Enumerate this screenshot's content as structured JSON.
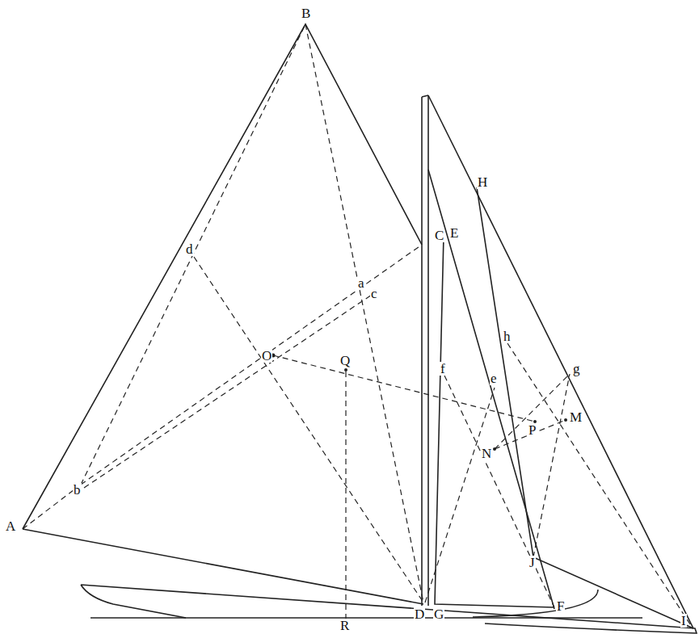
{
  "diagram": {
    "labels": [
      "B",
      "H",
      "C",
      "E",
      "d",
      "a",
      "c",
      "h",
      "g",
      "O",
      "Q",
      "f",
      "e",
      "M",
      "N",
      "P",
      "b",
      "J",
      "A",
      "D",
      "G",
      "F",
      "I",
      "R"
    ]
  }
}
